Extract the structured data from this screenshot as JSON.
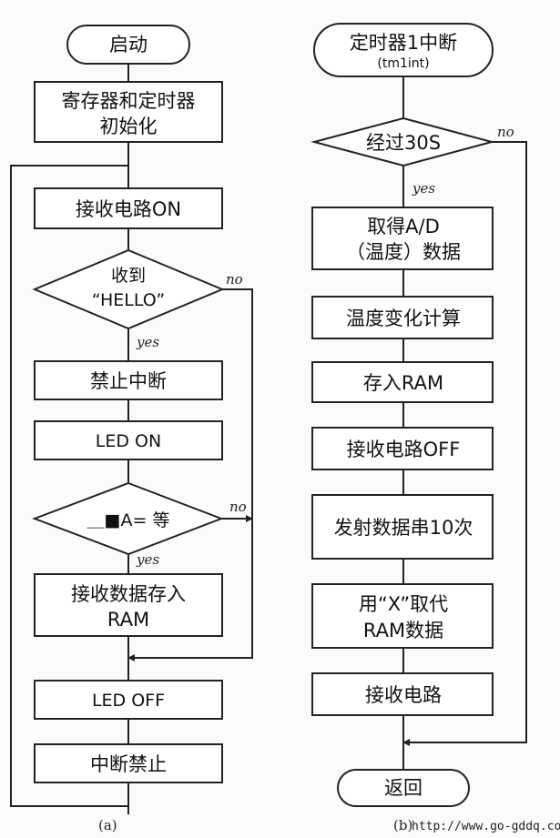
{
  "flowchart_a": {
    "caption": "(a)",
    "start": "启动",
    "init": [
      "寄存器和定时器",
      "初始化"
    ],
    "receiver_on": "接收电路ON",
    "decision_hello": [
      "收到",
      "“HELLO”"
    ],
    "no_label_1": "no",
    "yes_label_1": "yes",
    "disable_interrupt": "禁止中断",
    "led_on": "LED ON",
    "decision_a": "＿■A= 等",
    "no_label_2": "no",
    "yes_label_2": "yes",
    "store_data": [
      "接收数据存入",
      "RAM"
    ],
    "led_off": "LED OFF",
    "interrupt_disable": "中断禁止"
  },
  "flowchart_b": {
    "caption": "(b)",
    "start": "定时器1中断",
    "start_sub": "(tm1int)",
    "decision_30s": "经过30S",
    "no_label": "no",
    "yes_label": "yes",
    "get_ad": [
      "取得A/D",
      "（温度）数据"
    ],
    "calc": "温度变化计算",
    "store_ram": "存入RAM",
    "receiver_off": "接收电路OFF",
    "send_data": "发射数据串10次",
    "replace_x": [
      "用“X”取代",
      "RAM数据"
    ],
    "receiver": "接收电路",
    "return": "返回"
  },
  "watermark": "http://www.go-gddq.com"
}
